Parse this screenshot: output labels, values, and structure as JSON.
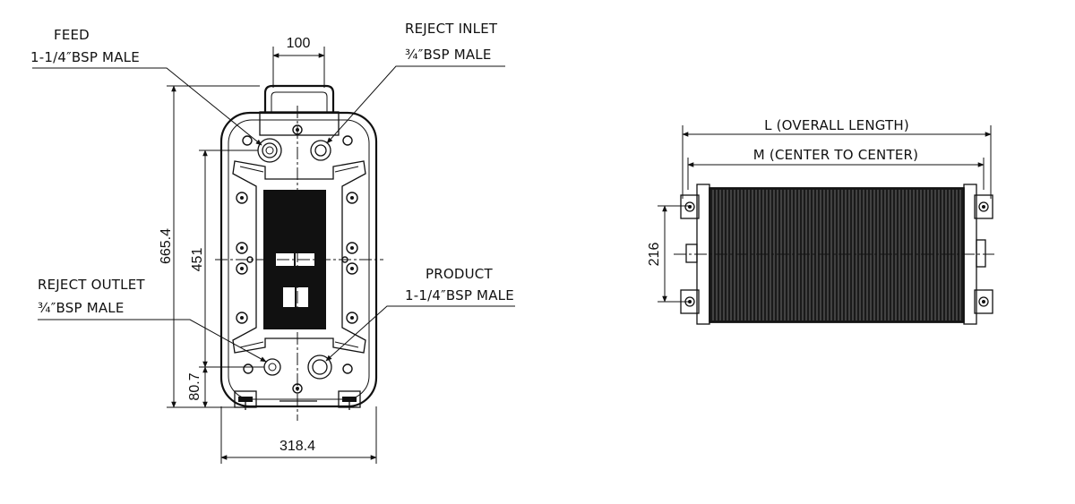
{
  "front_view": {
    "feed": {
      "line1": "FEED",
      "line2": "1-1/4″BSP MALE"
    },
    "reject_inlet": {
      "line1": "REJECT INLET",
      "line2": "¾″BSP MALE"
    },
    "reject_outlet": {
      "line1": "REJECT OUTLET",
      "line2": "¾″BSP MALE"
    },
    "product": {
      "line1": "PRODUCT",
      "line2": "1-1/4″BSP MALE"
    },
    "dims": {
      "top": "100",
      "overall_height": "665.4",
      "port_spacing": "451",
      "bottom_offset": "80.7",
      "width": "318.4"
    }
  },
  "side_view": {
    "overall_length": "L (OVERALL LENGTH)",
    "center_to_center": "M (CENTER TO CENTER)",
    "height": "216"
  }
}
